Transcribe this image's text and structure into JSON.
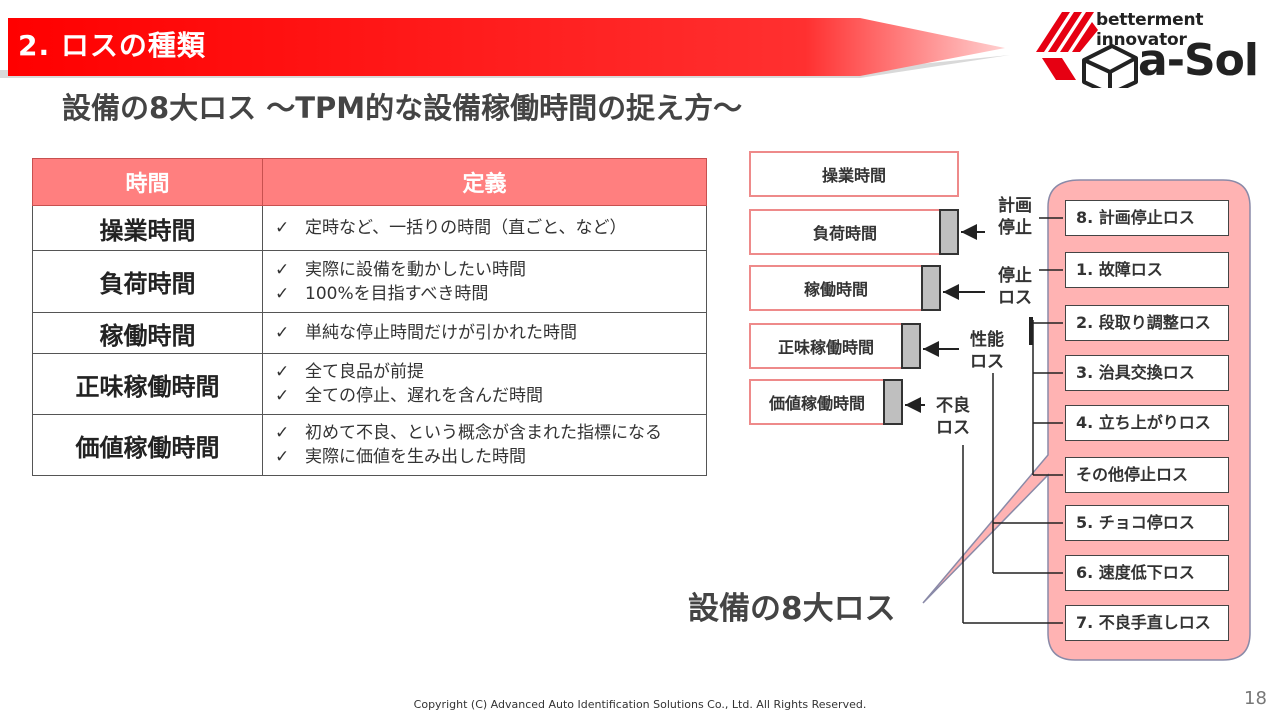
{
  "header": {
    "section_title": "2. ロスの種類",
    "subtitle": "設備の8大ロス ～TPM的な設備稼働時間の捉え方～"
  },
  "logo": {
    "tagline": "betterment innovator",
    "brand": "a-Sol"
  },
  "table": {
    "headers": [
      "時間",
      "定義"
    ],
    "rows": [
      {
        "term": "操業時間",
        "definitions": [
          "定時など、一括りの時間（直ごと、など）"
        ]
      },
      {
        "term": "負荷時間",
        "definitions": [
          "実際に設備を動かしたい時間",
          "100%を目指すべき時間"
        ]
      },
      {
        "term": "稼働時間",
        "definitions": [
          "単純な停止時間だけが引かれた時間"
        ]
      },
      {
        "term": "正味稼働時間",
        "definitions": [
          "全て良品が前提",
          "全ての停止、遅れを含んだ時間"
        ]
      },
      {
        "term": "価値稼働時間",
        "definitions": [
          "初めて不良、という概念が含まれた指標になる",
          "実際に価値を生み出した時間"
        ]
      }
    ],
    "check_mark": "✓"
  },
  "diagram": {
    "time_levels": [
      "操業時間",
      "負荷時間",
      "稼働時間",
      "正味稼働時間",
      "価値稼働時間"
    ],
    "loss_categories": [
      {
        "line1": "計画",
        "line2": "停止"
      },
      {
        "line1": "停止",
        "line2": "ロス"
      },
      {
        "line1": "性能",
        "line2": "ロス"
      },
      {
        "line1": "不良",
        "line2": "ロス"
      }
    ],
    "losses": [
      "8. 計画停止ロス",
      "1. 故障ロス",
      "2. 段取り調整ロス",
      "3. 治具交換ロス",
      "4. 立ち上がりロス",
      "その他停止ロス",
      "5. チョコ停ロス",
      "6. 速度低下ロス",
      "7. 不良手直しロス"
    ],
    "callout": "設備の8大ロス"
  },
  "footer": {
    "copyright": "Copyright (C) Advanced Auto Identification Solutions Co., Ltd. All Rights Reserved.",
    "page_number": "18"
  },
  "colors": {
    "ribbon_red": "#ff0000",
    "header_pink": "#ff7f7f",
    "panel_pink": "#ffb3b3",
    "logo_red": "#e60012"
  }
}
